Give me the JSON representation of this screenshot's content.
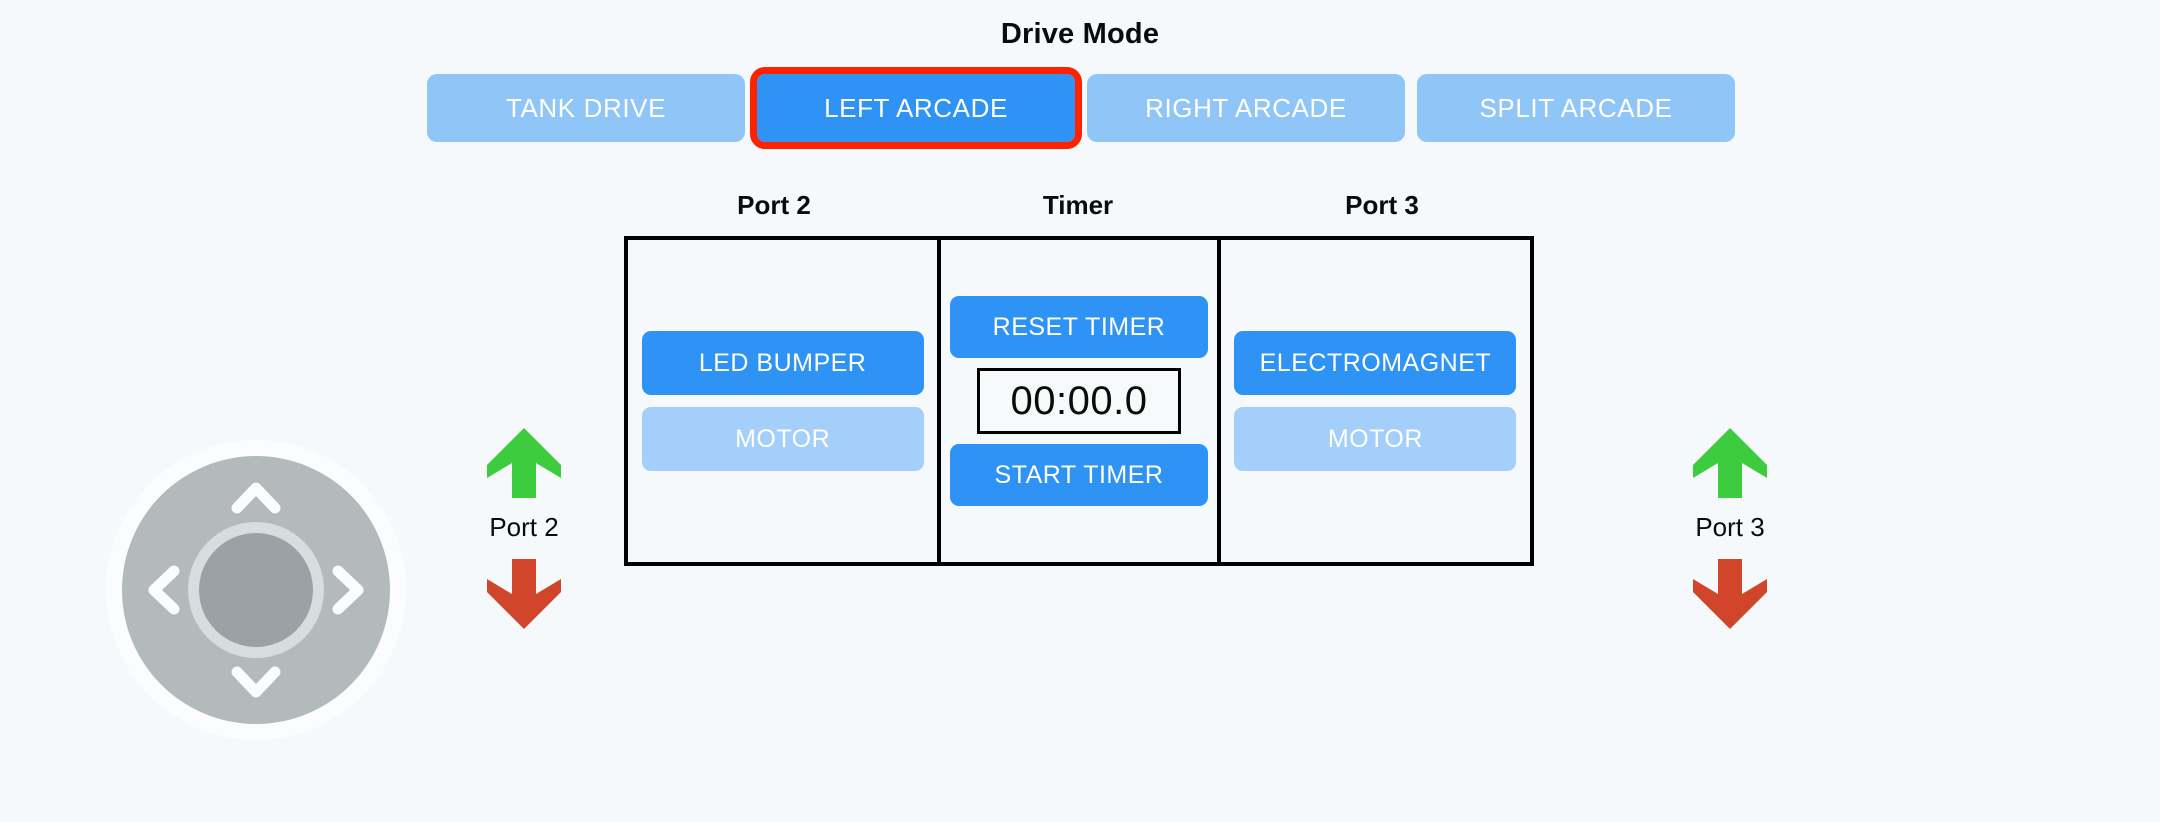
{
  "header": {
    "title": "Drive Mode"
  },
  "drive_modes": [
    {
      "label": "TANK DRIVE",
      "active": false,
      "selected": false
    },
    {
      "label": "LEFT ARCADE",
      "active": true,
      "selected": true
    },
    {
      "label": "RIGHT ARCADE",
      "active": false,
      "selected": false
    },
    {
      "label": "SPLIT ARCADE",
      "active": false,
      "selected": false
    }
  ],
  "columns": {
    "port2_header": "Port 2",
    "timer_header": "Timer",
    "port3_header": "Port 3"
  },
  "port2": {
    "device_button": "LED BUMPER",
    "motor_button": "MOTOR"
  },
  "port3": {
    "device_button": "ELECTROMAGNET",
    "motor_button": "MOTOR"
  },
  "timer": {
    "reset_button": "RESET TIMER",
    "display": "00:00.0",
    "start_button": "START TIMER"
  },
  "dpad": {
    "up_icon": "chevron-up-icon",
    "down_icon": "chevron-down-icon",
    "left_icon": "chevron-left-icon",
    "right_icon": "chevron-right-icon",
    "center_icon": "dpad-center-button"
  },
  "port_controls_left": {
    "up_icon": "arrow-up-icon",
    "label": "Port 2",
    "down_icon": "arrow-down-icon"
  },
  "port_controls_right": {
    "up_icon": "arrow-up-icon",
    "label": "Port 3",
    "down_icon": "arrow-down-icon"
  },
  "colors": {
    "background": "#F5F9FB",
    "active_blue": "#2F92F5",
    "inactive_blue": "#90C5F8",
    "muted_blue": "#A3CFFA",
    "selection_red": "#FF2200",
    "arrow_green": "#3DCC3D",
    "arrow_red": "#D1462A",
    "panel_border": "#000000",
    "dpad_gray": "#B4BABC",
    "dpad_center_gray": "#9BA1A4"
  }
}
